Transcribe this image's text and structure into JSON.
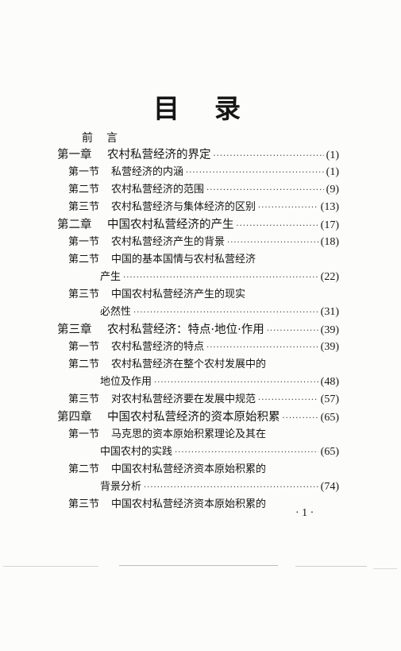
{
  "title": {
    "char1": "目",
    "char2": "录"
  },
  "preface": {
    "char1": "前",
    "char2": "言"
  },
  "chapters": [
    {
      "num": "第一章",
      "title": "农村私营经济的界定",
      "page": "(1)",
      "sections": [
        {
          "num": "第一节",
          "lines": [
            "私营经济的内涵"
          ],
          "page": "(1)"
        },
        {
          "num": "第二节",
          "lines": [
            "农村私营经济的范围"
          ],
          "page": "(9)"
        },
        {
          "num": "第三节",
          "lines": [
            "农村私营经济与集体经济的区别"
          ],
          "page": "(13)"
        }
      ]
    },
    {
      "num": "第二章",
      "title": "中国农村私营经济的产生",
      "page": "(17)",
      "sections": [
        {
          "num": "第一节",
          "lines": [
            "农村私营经济产生的背景"
          ],
          "page": "(18)"
        },
        {
          "num": "第二节",
          "lines": [
            "中国的基本国情与农村私营经济",
            "产生"
          ],
          "page": "(22)"
        },
        {
          "num": "第三节",
          "lines": [
            "中国农村私营经济产生的现实",
            "必然性"
          ],
          "page": "(31)"
        }
      ]
    },
    {
      "num": "第三章",
      "title": "农村私营经济：特点·地位·作用",
      "page": "(39)",
      "sections": [
        {
          "num": "第一节",
          "lines": [
            "农村私营经济的特点"
          ],
          "page": "(39)"
        },
        {
          "num": "第二节",
          "lines": [
            "农村私营经济在整个农村发展中的",
            "地位及作用"
          ],
          "page": "(48)"
        },
        {
          "num": "第三节",
          "lines": [
            "对农村私营经济要在发展中规范"
          ],
          "page": "(57)"
        }
      ]
    },
    {
      "num": "第四章",
      "title": "中国农村私营经济的资本原始积累",
      "page": "(65)",
      "sections": [
        {
          "num": "第一节",
          "lines": [
            "马克思的资本原始积累理论及其在",
            "中国农村的实践"
          ],
          "page": "(65)"
        },
        {
          "num": "第二节",
          "lines": [
            "中国农村私营经济资本原始积累的",
            "背景分析"
          ],
          "page": "(74)"
        },
        {
          "num": "第三节",
          "lines": [
            "中国农村私营经济资本原始积累的"
          ],
          "page": ""
        }
      ]
    }
  ],
  "folio": "· 1 ·"
}
